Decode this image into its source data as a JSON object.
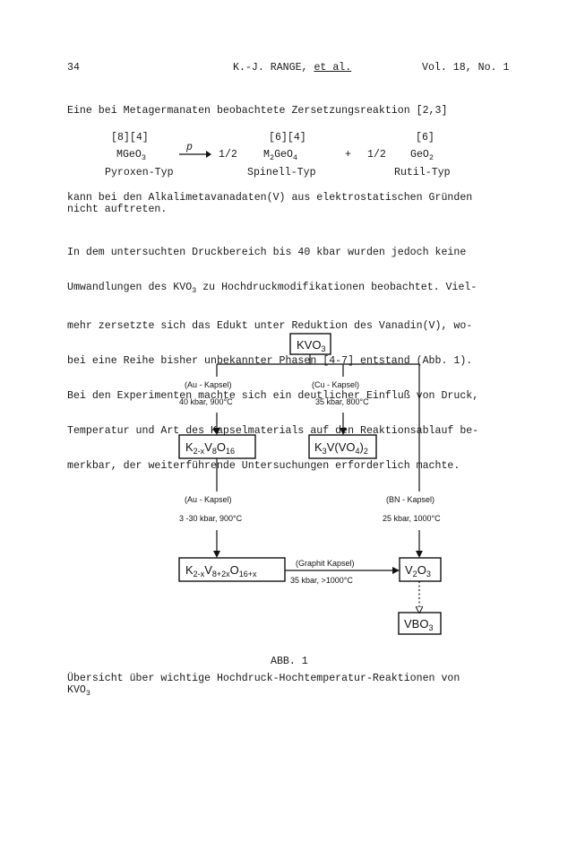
{
  "header": {
    "page_number": "34",
    "authors_prefix": "K.-J. RANGE, ",
    "authors_et_al": "et al.",
    "volume": "Vol. 18, No. 1"
  },
  "intro_line": "Eine bei Metagermanaten beobachtete Zersetzungsreaktion [2,3]",
  "reaction": {
    "coord_left": "[8][4]",
    "coord_mid": "[6][4]",
    "coord_right": "[6]",
    "reactant": {
      "main": "MGeO",
      "sub": "3"
    },
    "arrow_label": "p",
    "coef1": "1/2",
    "product1": {
      "main": "M",
      "sub1": "2",
      "mid": "GeO",
      "sub2": "4"
    },
    "plus": "+",
    "coef2": "1/2",
    "product2": {
      "main": "GeO",
      "sub": "2"
    },
    "type_left": "Pyroxen-Typ",
    "type_mid": "Spinell-Typ",
    "type_right": "Rutil-Typ"
  },
  "para1": [
    "kann bei den Alkalimetavanadaten(V) aus elektrostatischen Gründen",
    "nicht auftreten."
  ],
  "para2": {
    "l1": "In dem untersuchten Druckbereich bis 40 kbar wurden jedoch keine",
    "l2a": "Umwandlungen des KVO",
    "l2sub": "3",
    "l2b": " zu Hochdruckmodifikationen beobachtet. Viel-",
    "l3": "mehr zersetzte sich das Edukt unter Reduktion des Vanadin(V), wo-",
    "l4": "bei eine Reihe bisher unbekannter Phasen [4-7] entstand (Abb. 1).",
    "l5": "Bei den Experimenten machte sich ein deutlicher Einfluß von Druck,",
    "l6": "Temperatur und Art des Kapselmaterials auf den Reaktionsablauf be-",
    "l7": "merkbar, der weiterführende Untersuchungen erforderlich machte."
  },
  "diagram": {
    "kvo3": {
      "main": "KVO",
      "sub": "3"
    },
    "au1_label": "(Au - Kapsel)",
    "au1_cond": "40 kbar, 900°C",
    "cu_label": "(Cu - Kapsel)",
    "cu_cond": "35 kbar, 800°C",
    "k2v8": {
      "a": "K",
      "b": "2-x",
      "c": "V",
      "d": "8",
      "e": "O",
      "f": "16"
    },
    "k3vvo4": {
      "a": "K",
      "b": "3",
      "c": "V(VO",
      "d": "4",
      "e": ")",
      "f": "2"
    },
    "au2_label": "(Au - Kapsel)",
    "au2_cond": "3 -30 kbar, 900°C",
    "bn_label": "(BN - Kapsel)",
    "bn_cond": "25 kbar, 1000°C",
    "k2vx": {
      "a": "K",
      "b": "2-x",
      "c": "V",
      "d": "8+2x",
      "e": "O",
      "f": "16+x"
    },
    "graphit_label": "(Graphit Kapsel)",
    "graphit_cond": "35 kbar,  >1000°C",
    "v2o3": {
      "a": "V",
      "b": "2",
      "c": "O",
      "d": "3"
    },
    "vbo3": {
      "a": "VBO",
      "b": "3"
    }
  },
  "caption": {
    "abb": "ABB. 1",
    "l1": "Übersicht über wichtige Hochdruck-Hochtemperatur-Reaktionen von",
    "l2": "KVO",
    "l2sub": "3"
  }
}
